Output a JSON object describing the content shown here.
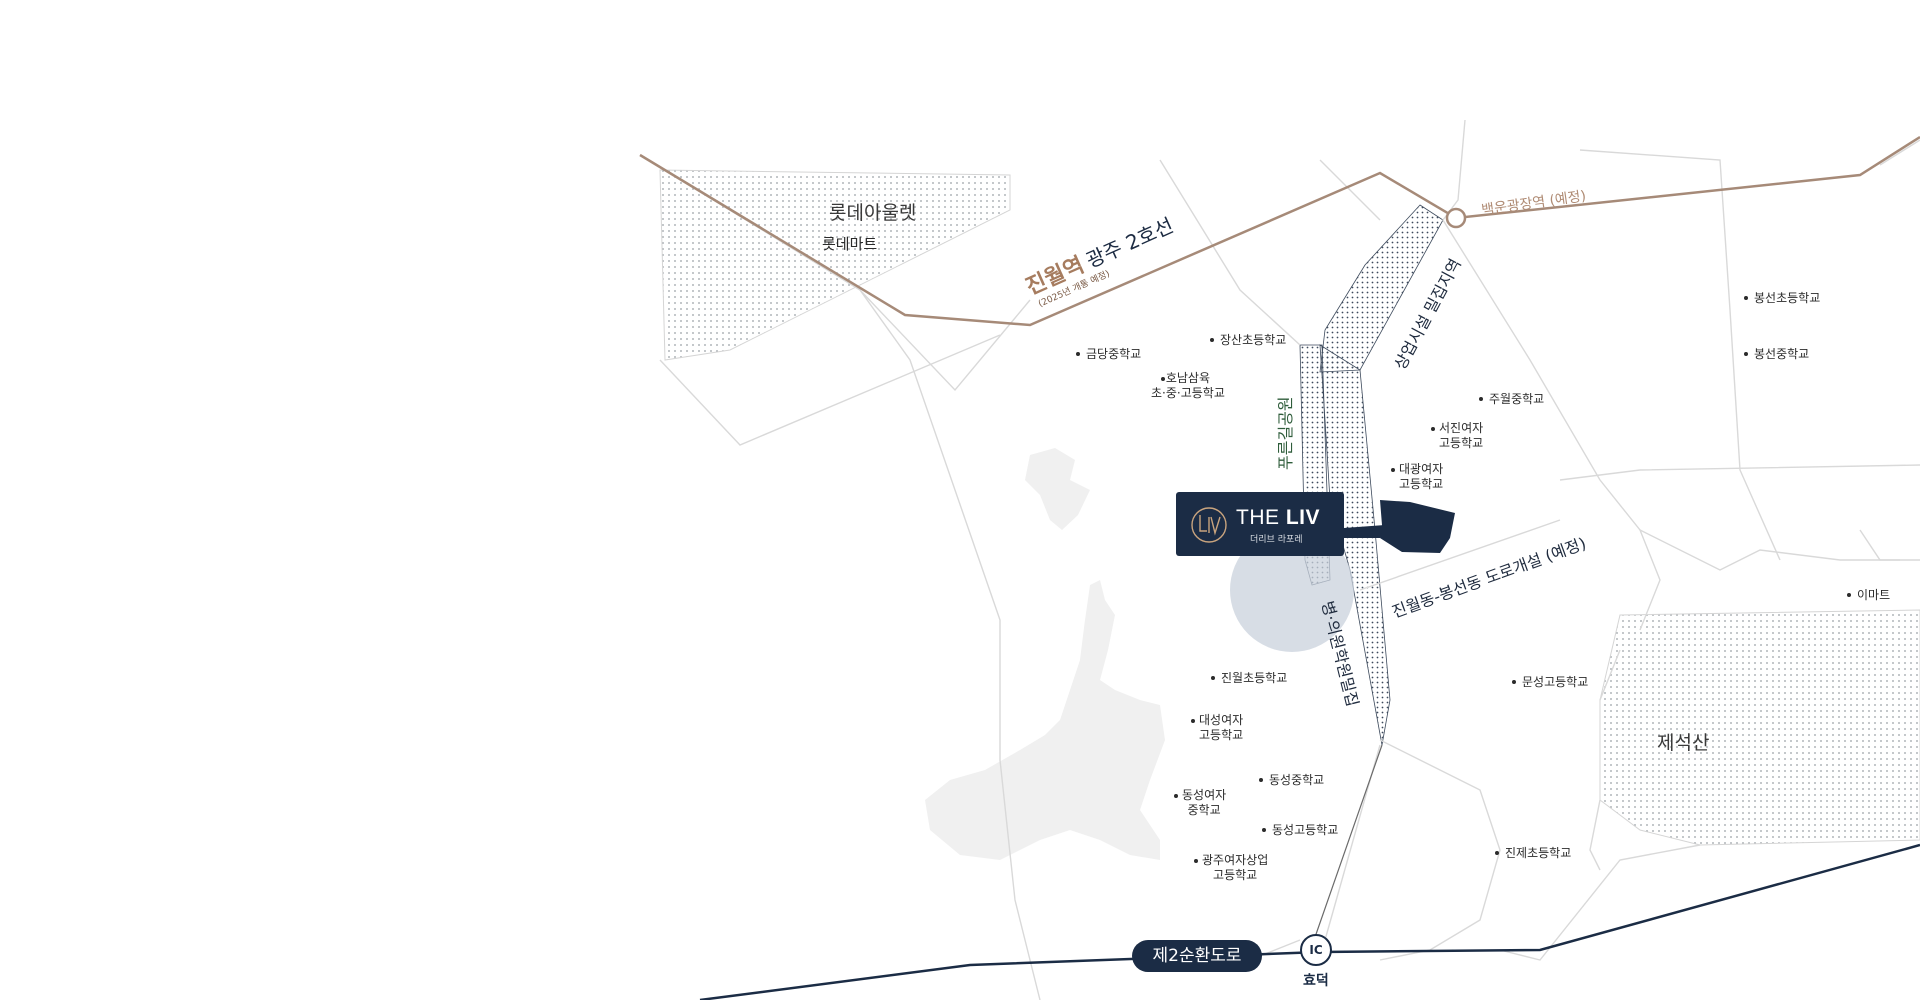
{
  "map": {
    "areas": {
      "lotte_outlet": "롯데아울렛",
      "lotte_mart": "롯데마트",
      "jeseoksan": "제석산",
      "emart": "이마트"
    },
    "subway_line": {
      "station_name": "진월역",
      "line_name": "광주 2호선",
      "opening_note": "(2025년 개통 예정)",
      "other_station": "백운광장역 (예정)"
    },
    "zones": {
      "commercial": "상업시설 밀집지역",
      "park": "푸른길공원",
      "hospital": "병·의원학원밀집",
      "road_plan": "진월동-봉선동 도로개설 (예정)"
    },
    "schools": [
      "금당중학교",
      "장산초등학교",
      "호남삼육\n초·중·고등학교",
      "주월중학교",
      "서진여자\n고등학교",
      "대광여자\n고등학교",
      "봉선초등학교",
      "봉선중학교",
      "진월초등학교",
      "대성여자\n고등학교",
      "동성중학교",
      "동성여자\n중학교",
      "동성고등학교",
      "광주여자상업\n고등학교",
      "문성고등학교",
      "진제초등학교"
    ],
    "brand": {
      "name_light": "THE",
      "name_bold": "LIV",
      "subtitle": "더리브 라포레"
    },
    "road": {
      "ring_road": "제2순환도로",
      "ic_label": "IC",
      "ic_name": "효덕"
    },
    "colors": {
      "navy": "#1b2c45",
      "subway": "#a67c5f",
      "road_lines": "#d8d8d8",
      "mountain": "#f2f2f2"
    }
  }
}
